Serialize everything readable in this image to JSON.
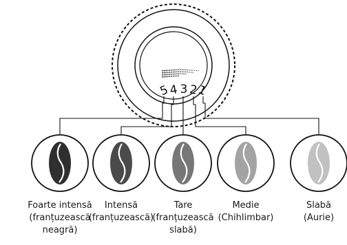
{
  "dial": {
    "numbers": [
      "5",
      "4",
      "3",
      "2",
      "1"
    ]
  },
  "levels": [
    {
      "line1": "Foarte intensă",
      "line2": "(franțuzească",
      "line3": "neagră)",
      "color": "#2f2f2f"
    },
    {
      "line1": "Intensă",
      "line2": "(franțuzească)",
      "line3": "",
      "color": "#4a4a4a"
    },
    {
      "line1": "Tare",
      "line2": "(franțuzească",
      "line3": "slabă)",
      "color": "#777777"
    },
    {
      "line1": "Medie",
      "line2": "(Chihlimbar)",
      "line3": "",
      "color": "#a3a3a3"
    },
    {
      "line1": "Slabă",
      "line2": "(Aurie)",
      "line3": "",
      "color": "#c1c1c1"
    }
  ]
}
